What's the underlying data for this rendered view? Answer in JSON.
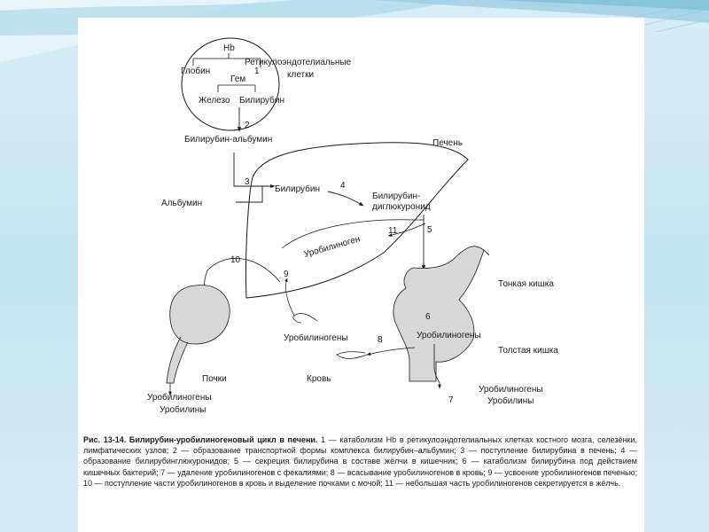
{
  "diagram": {
    "hb": "Hb",
    "globin": "Глобин",
    "gem": "Гем",
    "iron": "Железо",
    "bilirubin_cell": "Билирубин",
    "reticulo": [
      "Ретикулоэндотелиальные",
      "клетки"
    ],
    "bili_albumin": "Билирубин-альбумин",
    "liver": "Печень",
    "albumin": "Альбумин",
    "bilirubin_liver": "Билирубин",
    "bili_glucuronide": [
      "Билирубин-",
      "диглюкуронид"
    ],
    "urobilinogen_liver": "Уробилиноген",
    "small_intestine": "Тонкая кишка",
    "large_intestine": "Толстая кишка",
    "urobilinogens_intestine": "Уробилиногены",
    "urobilinogens_blood": "Уробилиногены",
    "blood": "Кровь",
    "kidneys": "Почки",
    "kidney_out": [
      "Уробилиногены",
      "Уробилины"
    ],
    "feces_out": [
      "Уробилиногены",
      "Уробилины"
    ],
    "numbers": {
      "n1": "1",
      "n2": "2",
      "n3": "3",
      "n4": "4",
      "n5": "5",
      "n6": "6",
      "n7": "7",
      "n8": "8",
      "n9": "9",
      "n10": "10",
      "n11": "11"
    }
  },
  "caption": {
    "title": "Рис. 13-14. Билирубин-уробилиногеновый цикл в печени.",
    "text": "1 — катаболизм Hb в ретикулоэндотелиальных клетках костного мозга, селезёнки, лимфатических узлов; 2 — образование транспортной формы комплекса билирубин–альбумин; 3 — поступление билирубина в печень; 4 — образование билирубинглюкуронидов; 5 — секреция билирубина в составе жёлчи в кишечник; 6 — катаболизм билирубина под действием кишечных бактерий; 7 — удаление уробилиногенов с фекалиями; 8 — всасывание уробилиногенов в кровь; 9 — усвоение уробилиногенов печенью; 10 — поступление части уробилиногенов в кровь и выделение почками с мочой; 11 — небольшая часть уробилиногенов секретируется в жёлчь."
  }
}
